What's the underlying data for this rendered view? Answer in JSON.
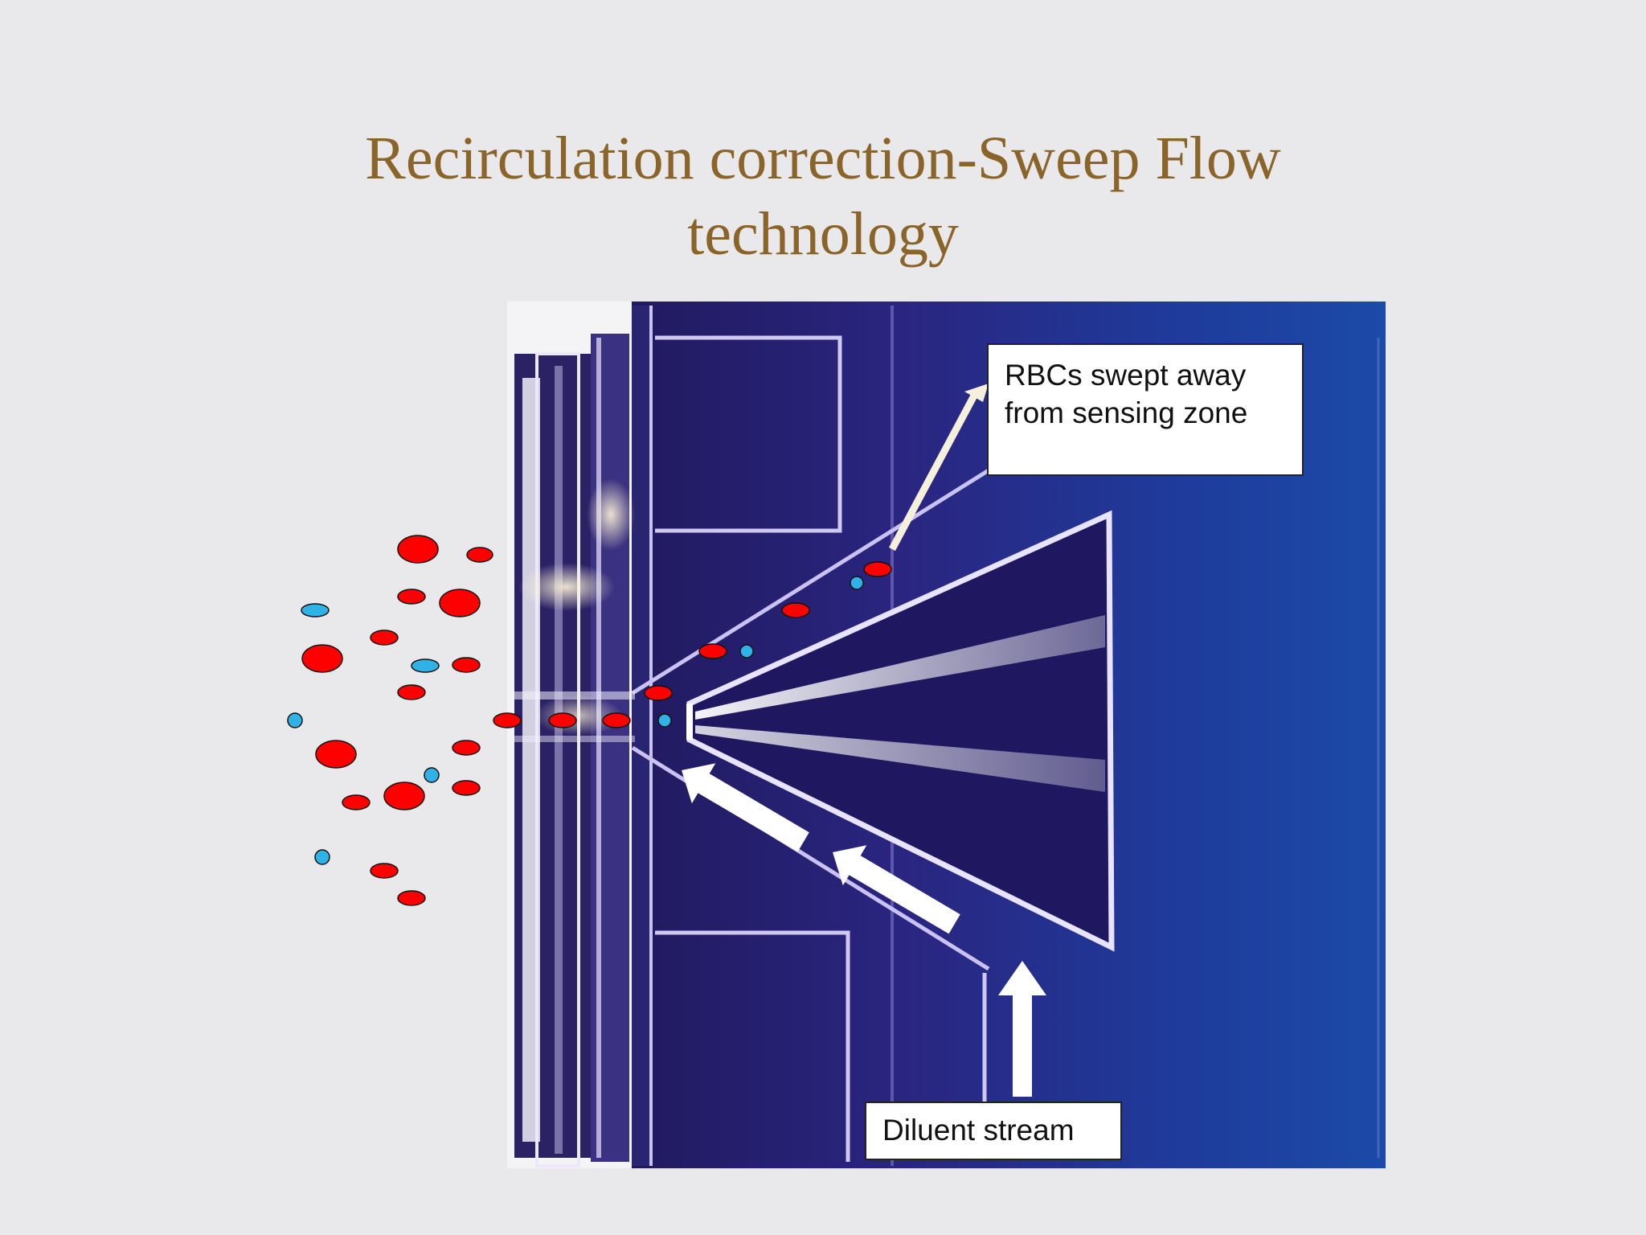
{
  "slide": {
    "title_line1": "Recirculation correction-Sweep Flow",
    "title_line2": "technology"
  },
  "annotations": {
    "rbc_line1": "RBCs swept away",
    "rbc_line2": "from sensing zone",
    "diluent": "Diluent stream"
  },
  "colors": {
    "title": "#8a6428",
    "background": "#e9e9eb",
    "rbc": "#ff0000",
    "platelet": "#2fb3e6",
    "chamber": "#2a2580"
  }
}
